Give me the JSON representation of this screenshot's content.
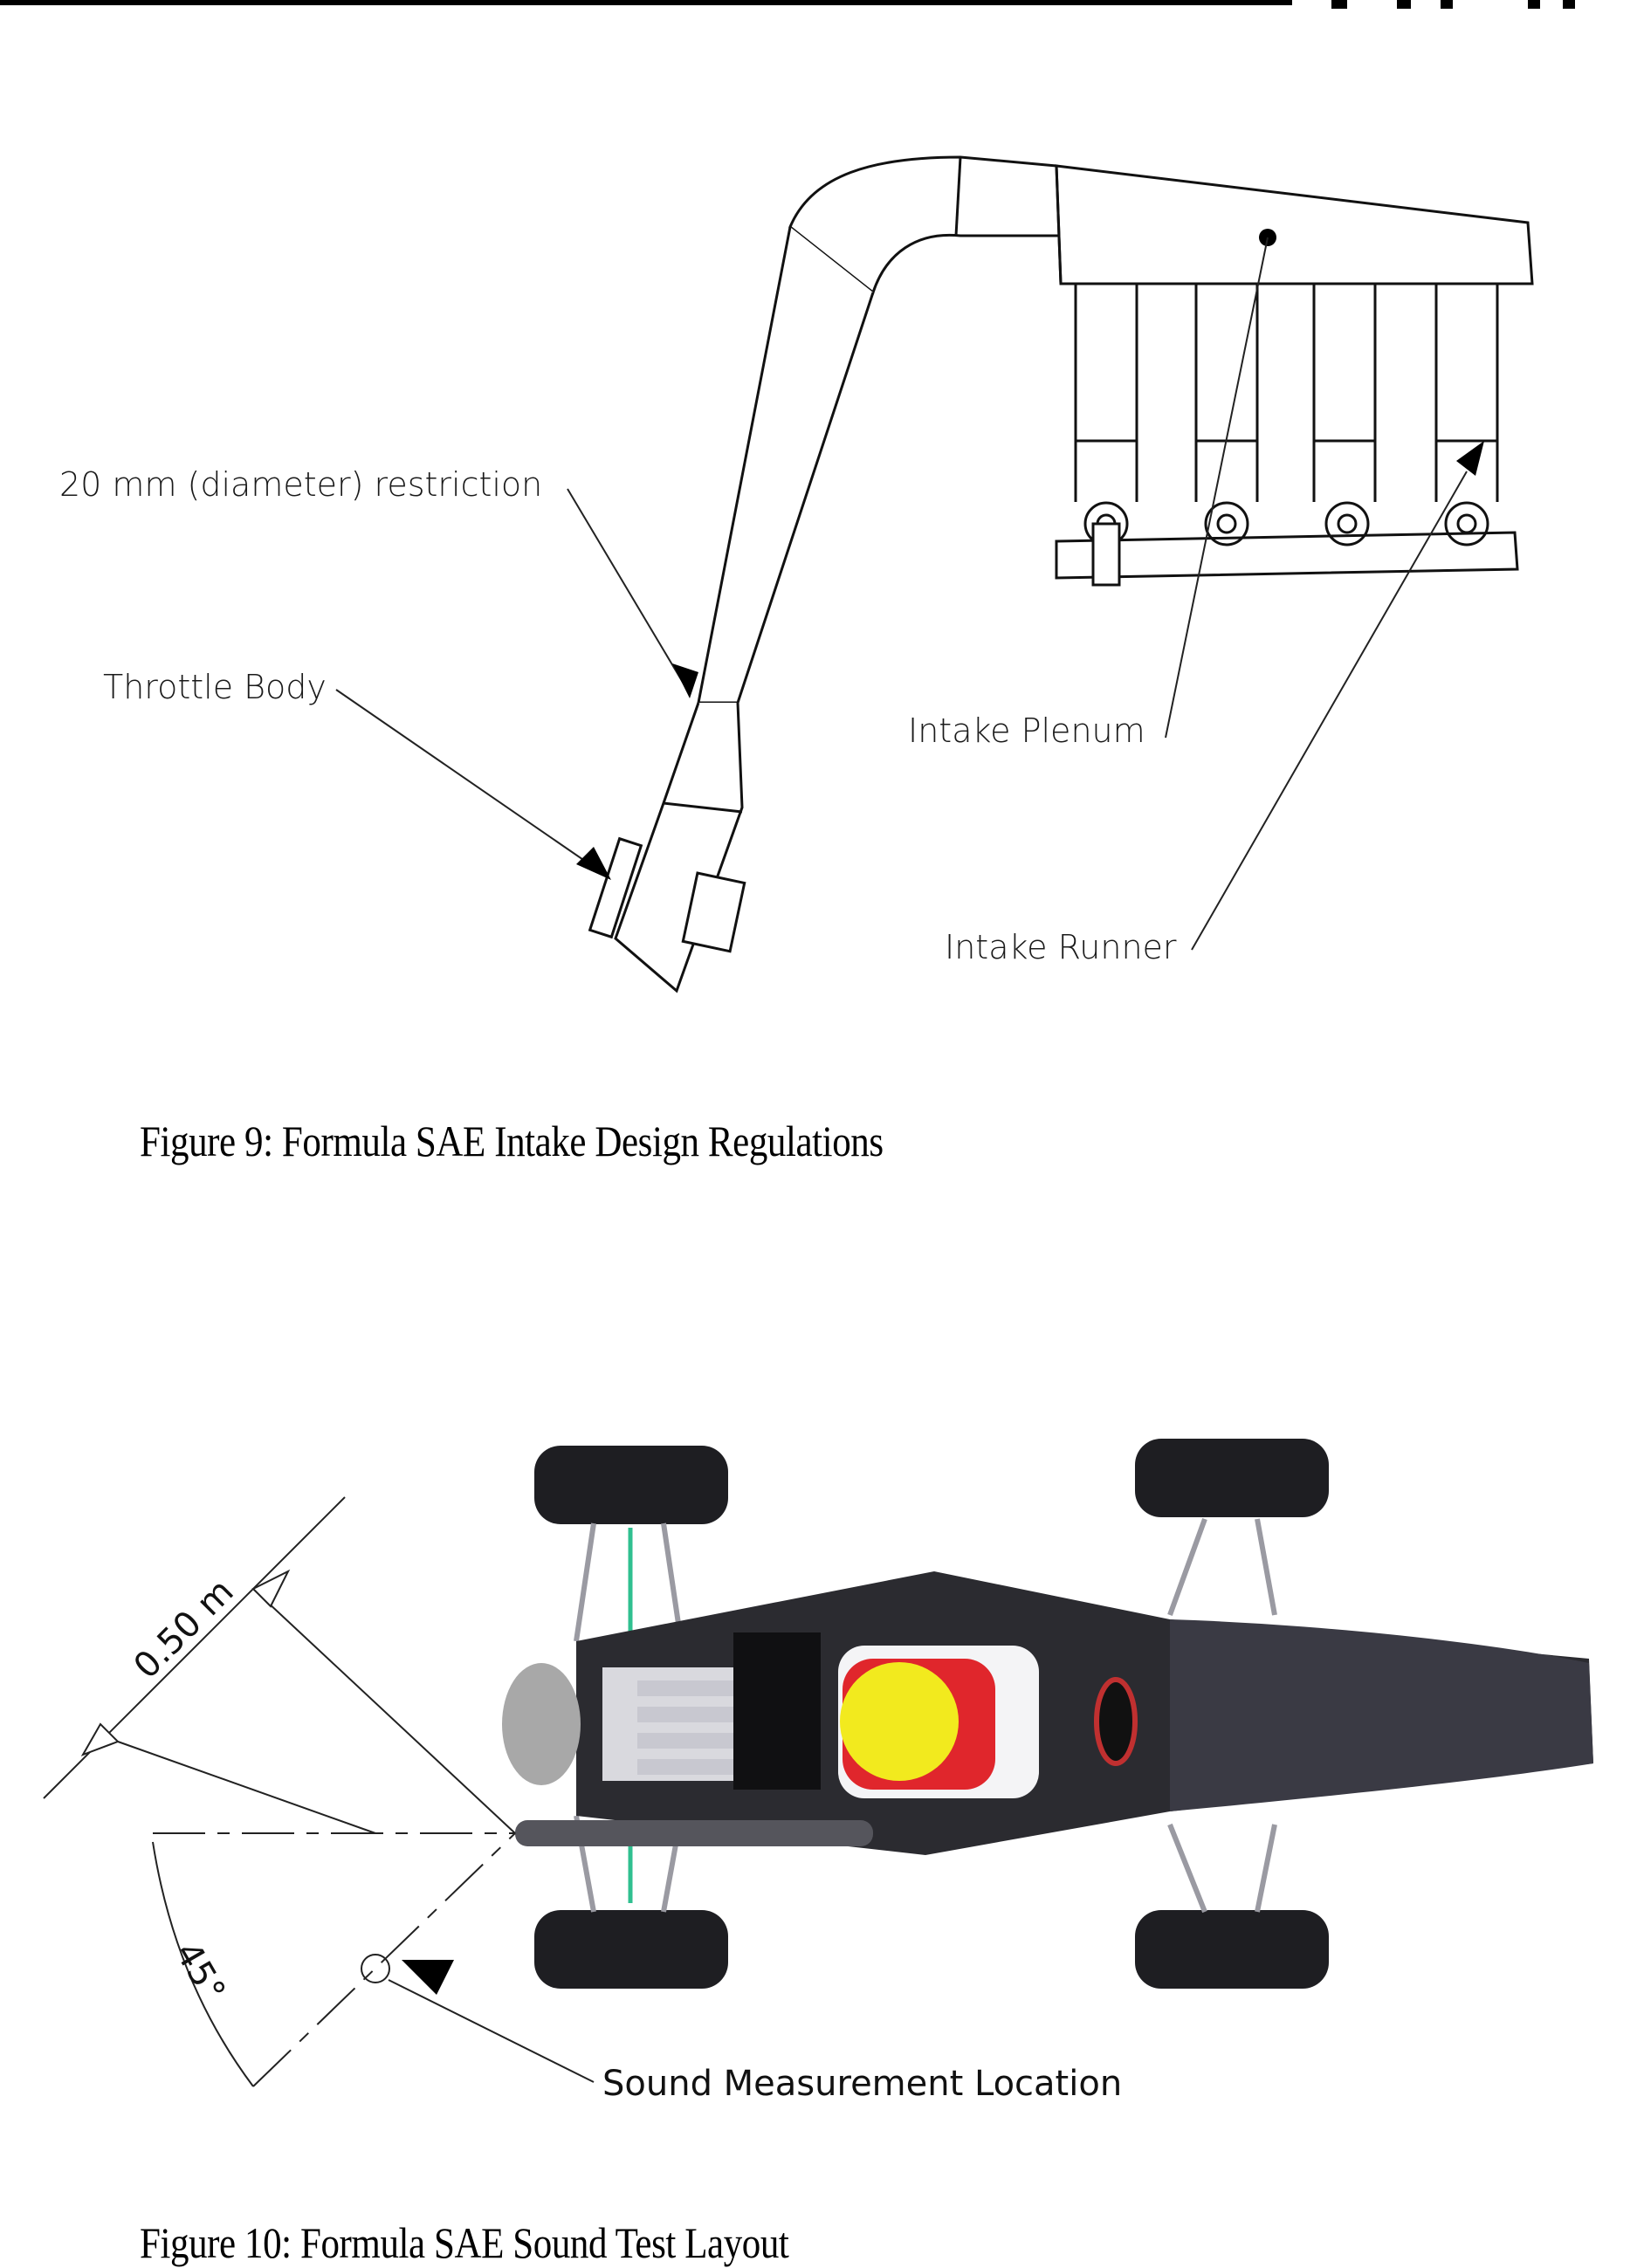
{
  "figure9": {
    "caption": "Figure 9: Formula SAE Intake Design Regulations",
    "labels": {
      "restriction": "20 mm (diameter) restriction",
      "throttle_body": "Throttle Body",
      "intake_plenum": "Intake Plenum",
      "intake_runner": "Intake Runner"
    }
  },
  "figure10": {
    "caption": "Figure 10: Formula SAE Sound Test Layout",
    "labels": {
      "distance": "0.50 m",
      "angle": "45°",
      "sound_location": "Sound Measurement Location"
    }
  },
  "colors": {
    "seat_yellow": "#f2ea1e",
    "seat_red": "#e0262c",
    "body_dark": "#2b2b30"
  }
}
